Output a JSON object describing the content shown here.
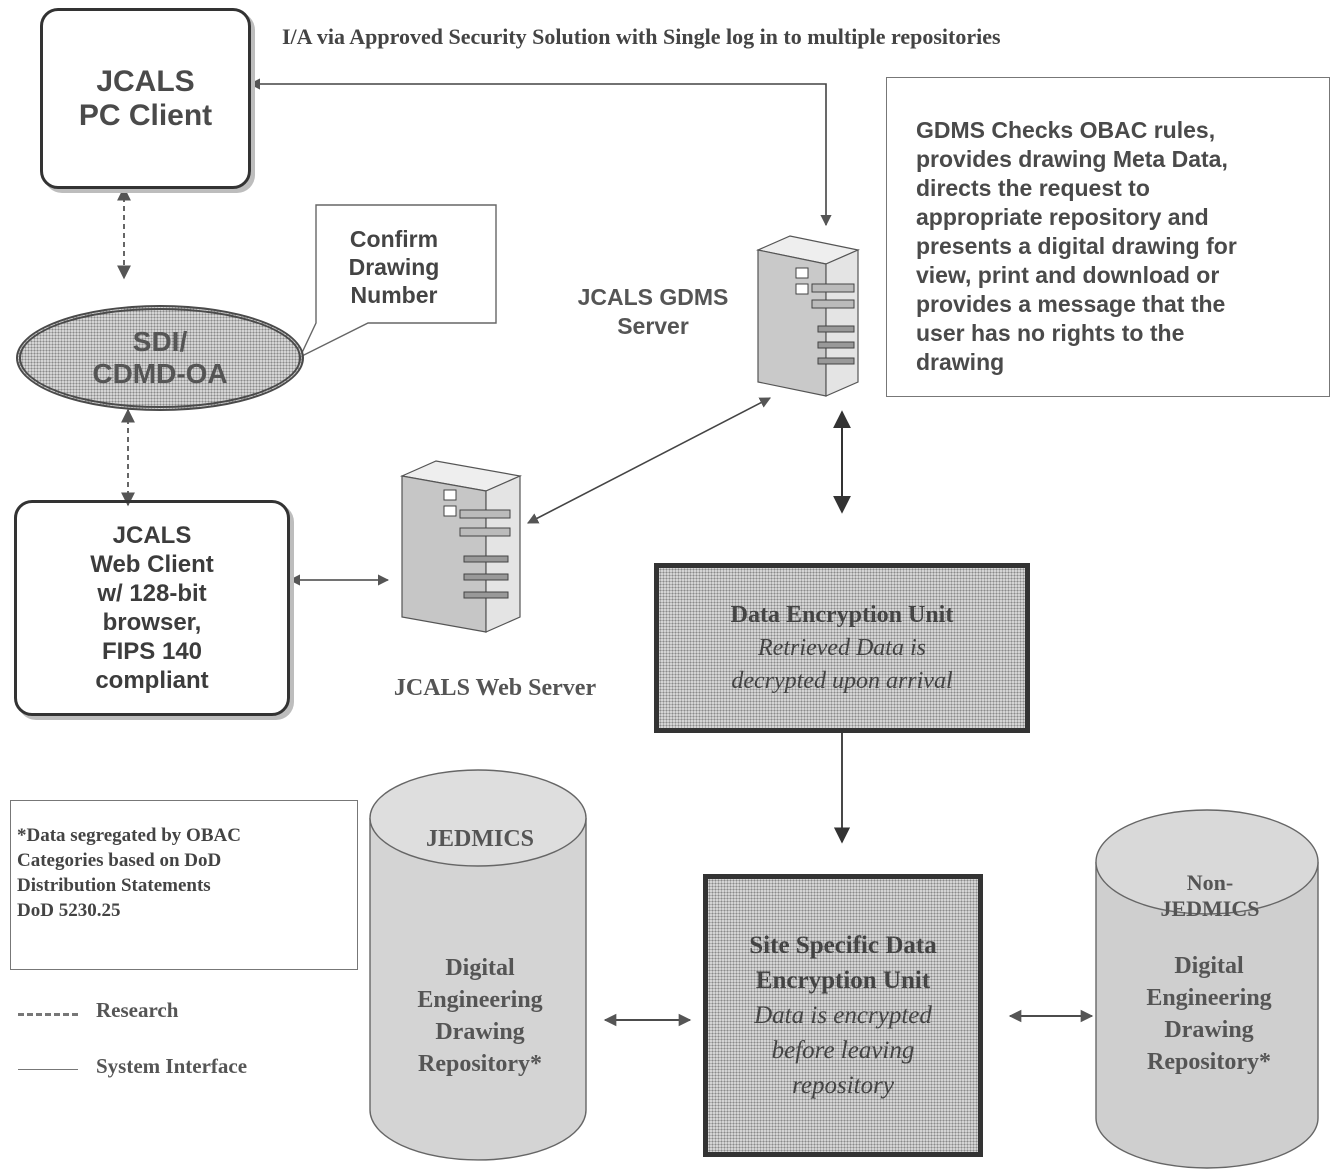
{
  "top_label": "I/A via Approved Security Solution with Single log in to multiple repositories",
  "pc_client": {
    "lines": [
      "JCALS",
      "PC Client"
    ]
  },
  "callout": {
    "lines": [
      "Confirm",
      "Drawing",
      "Number"
    ]
  },
  "sdi": {
    "lines": [
      "SDI/",
      "CDMD-OA"
    ]
  },
  "gdms_server": {
    "lines": [
      "JCALS GDMS",
      "Server"
    ]
  },
  "gdms_note": {
    "lines": [
      "GDMS Checks OBAC rules,",
      "provides drawing Meta Data,",
      "directs the request to",
      "appropriate repository and",
      "presents a digital drawing for",
      "view, print and download or",
      "provides a message that the",
      "user has no rights to the",
      "drawing"
    ]
  },
  "web_client": {
    "lines": [
      "JCALS",
      "Web Client",
      "w/ 128-bit",
      "browser,",
      "FIPS 140",
      "compliant"
    ]
  },
  "web_server": {
    "label": "JCALS Web Server"
  },
  "encryption_unit": {
    "title": "Data Encryption Unit",
    "desc_lines": [
      "Retrieved Data is",
      "decrypted upon arrival"
    ]
  },
  "site_unit": {
    "title_lines": [
      "Site Specific Data",
      "Encryption Unit"
    ],
    "desc_lines": [
      "Data is encrypted",
      "before leaving",
      "repository"
    ]
  },
  "obac_note": {
    "lines": [
      "*Data segregated by OBAC",
      "Categories based on DoD",
      "Distribution Statements",
      "DoD 5230.25"
    ]
  },
  "jedmics": {
    "title": "JEDMICS",
    "body_lines": [
      "Digital",
      "Engineering",
      "Drawing",
      "Repository*"
    ]
  },
  "non_jedmics": {
    "title_lines": [
      "Non-",
      "JEDMICS"
    ],
    "body_lines": [
      "Digital",
      "Engineering",
      "Drawing",
      "Repository*"
    ]
  },
  "legend": {
    "research": "Research",
    "system_interface": "System Interface"
  }
}
